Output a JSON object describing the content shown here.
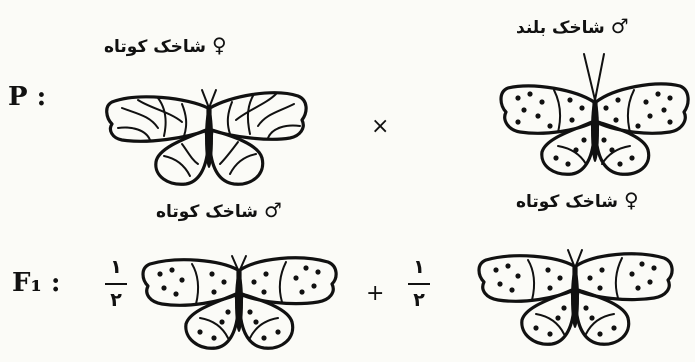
{
  "generations": {
    "p_label": "P :",
    "f1_label": "F₁ :"
  },
  "operators": {
    "cross": "×",
    "plus": "+"
  },
  "fraction": {
    "numerator": "١",
    "denominator": "٢"
  },
  "captions": {
    "p_female_text": "شاخک کوتاه",
    "p_female_symbol": "♀",
    "p_male_text": "شاخک بلند",
    "p_male_symbol": "♂",
    "f1_male_text": "شاخک کوتاه",
    "f1_male_symbol": "♂",
    "f1_female_text": "شاخک کوتاه",
    "f1_female_symbol": "♀"
  }
}
